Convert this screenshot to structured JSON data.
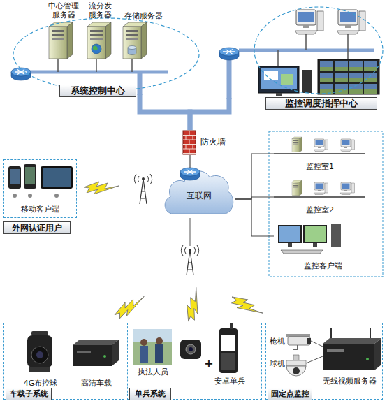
{
  "diagram": {
    "nodes": [
      {
        "text": [
          "系统控制中心"
        ]
      },
      {
        "text": [
          "中心管理服务器"
        ],
        "in": 0
      },
      {
        "text": [
          "流分发服务器"
        ],
        "in": 0
      },
      {
        "text": [
          "存储服务器"
        ],
        "in": 0
      },
      {
        "text": [
          "监控调度指挥中心"
        ]
      },
      {
        "text": [
          "防火墙"
        ]
      },
      {
        "text": [
          "互联网"
        ]
      },
      {
        "text": [
          "移动客户端",
          "外网认证用户"
        ]
      },
      {
        "text": [
          "监控室1"
        ]
      },
      {
        "text": [
          "监控室2"
        ]
      },
      {
        "text": [
          "监控客户端"
        ]
      },
      {
        "text": [
          "车载子系统"
        ]
      },
      {
        "text": [
          "4G布控球"
        ],
        "in": 11
      },
      {
        "text": [
          "高清车载"
        ],
        "in": 11
      },
      {
        "text": [
          "单兵系统"
        ]
      },
      {
        "text": [
          "执法人员"
        ],
        "in": 14
      },
      {
        "text": [
          "安卓单兵"
        ],
        "in": 14
      },
      {
        "text": [
          "固定点监控"
        ]
      },
      {
        "text": [
          "枪机"
        ],
        "in": 17
      },
      {
        "text": [
          "球机"
        ],
        "in": 17
      },
      {
        "text": [
          "无线视频服务器"
        ],
        "in": 17
      }
    ],
    "edges": [
      {
        "from": 0,
        "to": 5,
        "arrow": "none"
      },
      {
        "from": 4,
        "to": 5,
        "arrow": "none"
      },
      {
        "from": 5,
        "to": 6,
        "arrow": "none"
      },
      {
        "from": 6,
        "to": 8,
        "arrow": "none"
      },
      {
        "from": 6,
        "to": 9,
        "arrow": "none"
      },
      {
        "from": 6,
        "to": 10,
        "arrow": "none"
      }
    ],
    "labels": [
      "+"
    ]
  }
}
